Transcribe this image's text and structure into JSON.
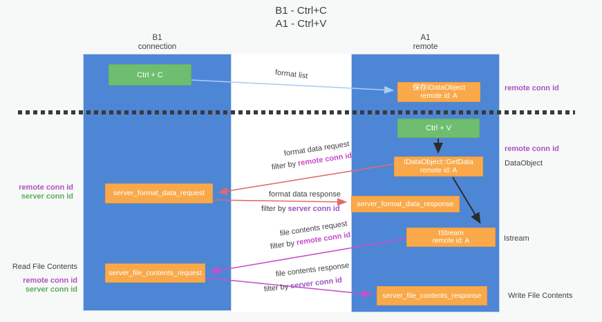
{
  "title": {
    "line1": "B1 - Ctrl+C",
    "line2": "A1 - Ctrl+V"
  },
  "lanes": {
    "left": {
      "name": "B1",
      "role": "connection"
    },
    "right": {
      "name": "A1",
      "role": "remote"
    }
  },
  "boxes": {
    "ctrl_c": {
      "label": "Ctrl + C"
    },
    "ctrl_v": {
      "label": "Ctrl + V"
    },
    "save_dataobject": {
      "line1": "保存IDataObject",
      "line2": "remote id: A"
    },
    "getdata": {
      "line1": "IDataObject::GetData",
      "line2": "remote id: A"
    },
    "istream": {
      "line1": "IStream",
      "line2": "remote id: A"
    },
    "server_format_data_request": {
      "label": "server_format_data_request"
    },
    "server_format_data_response": {
      "label": "server_format_data_response"
    },
    "server_file_contents_request": {
      "label": "server_file_contents_request"
    },
    "server_file_contents_response": {
      "label": "server_file_contents_response"
    }
  },
  "arrow_labels": {
    "format_list": "format list",
    "format_data_request": "format data request",
    "format_data_response": "format data response",
    "file_contents_request": "file contents request",
    "file_contents_response": "file contents response",
    "filter_by": "filter by ",
    "remote_conn_id": "remote conn id",
    "server_conn_id": "server conn id"
  },
  "side_labels": {
    "remote_conn_id": "remote conn id",
    "server_conn_id": "server conn id",
    "dataobject": "DataObject",
    "istream": "Istream",
    "read_file_contents": "Read File Contents",
    "write_file_contents": "Write File Contents"
  },
  "colors": {
    "lane_blue": "#4E86D6",
    "box_green": "#6FBE70",
    "box_orange": "#F9A94A",
    "arrow_light_blue": "#A9CFF0",
    "arrow_red": "#E06B6B",
    "arrow_magenta": "#C94FC9",
    "arrow_black": "#2b2b2b",
    "text_purple": "#A855C2",
    "text_magenta": "#C84AC8",
    "text_green": "#5CAD5C"
  }
}
